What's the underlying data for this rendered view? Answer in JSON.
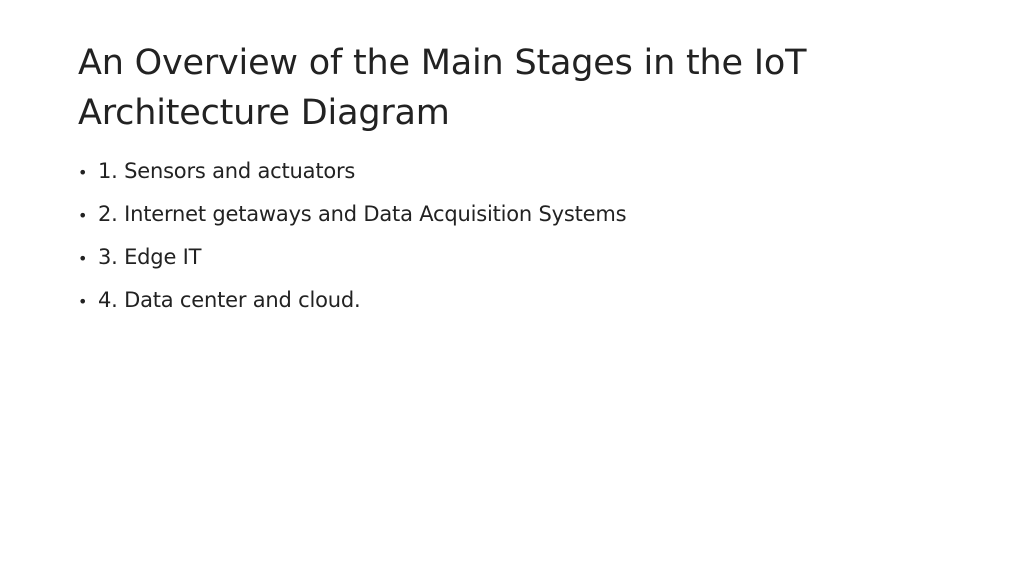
{
  "slide": {
    "title": "An Overview of the Main Stages in the IoT Architecture Diagram",
    "bullet_glyph": "•",
    "bullets": [
      "1. Sensors and actuators",
      "2. Internet getaways and Data Acquisition Systems",
      "3. Edge IT",
      "4. Data center and cloud."
    ]
  }
}
